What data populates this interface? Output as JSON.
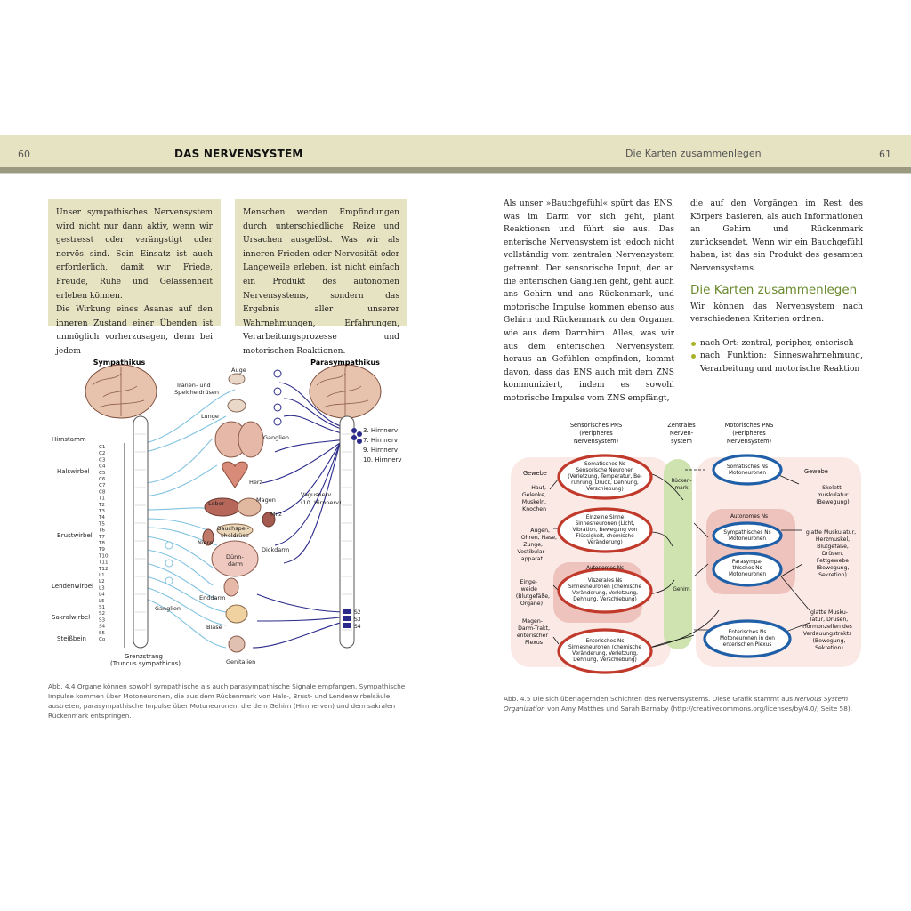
{
  "header": {
    "page_left": "60",
    "page_right": "61",
    "chapter_title": "DAS NERVENSYSTEM",
    "section_title": "Die Karten zusammenlegen"
  },
  "box1": {
    "p1": "Unser sympathisches Nervensystem wird nicht nur dann aktiv, wenn wir gestresst oder verängstigt oder nervös sind. Sein Einsatz ist auch erforderlich, damit wir Friede, Freude, Ruhe und Gelassenheit erleben können.",
    "p2": "Die Wirkung eines Asanas auf den inneren Zustand einer Übenden ist unmöglich vorherzusagen, denn bei jedem"
  },
  "box2": {
    "p1": "Menschen werden Empfindungen durch unterschiedliche Reize und Ursachen ausgelöst. Was wir als inneren Frieden oder Nervosität oder Langeweile erleben, ist nicht einfach ein Produkt des autonomen Nervensystems, sondern das Ergebnis aller unserer Wahrnehmungen, Erfahrungen, Verarbeitungsprozesse und motorischen Reaktionen."
  },
  "col1": {
    "text": "Als unser »Bauchgefühl« spürt das ENS, was im Darm vor sich geht, plant Reaktionen und führt sie aus. Das enterische Nervensystem ist jedoch nicht vollständig vom zentralen Nervensystem getrennt. Der sensorische Input, der an die enterischen Ganglien geht, geht auch ans Gehirn und ans Rückenmark, und motorische Impulse kommen ebenso aus Gehirn und Rückenmark zu den Organen wie aus dem Darmhirn. Alles, was wir aus dem enterischen Nervensystem heraus an Gefühlen empfinden, kommt davon, dass das ENS auch mit dem ZNS kommuniziert, indem es sowohl motorische Impulse vom ZNS empfängt,"
  },
  "col2": {
    "text": "die auf den Vorgängen im Rest des Körpers basieren, als auch Informationen an Gehirn und Rückenmark zurücksendet. Wenn wir ein Bauchgefühl haben, ist das ein Produkt des gesamten Nervensystems.",
    "heading": "Die Karten zusammenlegen",
    "intro": "Wir können das Nervensystem nach verschiedenen Kriterien ordnen:",
    "bullets": [
      "nach Ort: zentral, peripher, enterisch",
      "nach Funktion: Sinneswahrnehmung, Verarbeitung und motorische Reaktion"
    ]
  },
  "fig1": {
    "title_left": "Sympathikus",
    "title_right": "Parasympathikus",
    "organs": {
      "auge": "Auge",
      "traenen1": "Tränen- und",
      "traenen2": "Speicheldrüsen",
      "lunge": "Lunge",
      "ganglien_top": "Ganglien",
      "herz": "Herz",
      "leber": "Leber",
      "magen": "Magen",
      "milz": "Milz",
      "bauch1": "Bauchspei-",
      "bauch2": "cheldrüse",
      "niere": "Niere",
      "duenn1": "Dünn-",
      "duenn2": "darm",
      "dickdarm": "Dickdarm",
      "enddarm": "Enddarm",
      "blase": "Blase",
      "genitalien": "Genitalien",
      "ganglien_bottom": "Ganglien",
      "vagus1": "Vagusnerv",
      "vagus2": "(10. Hirnnerv)"
    },
    "regions": {
      "hirnstamm": "Hirnstamm",
      "halswirbel": "Halswirbel",
      "brustwirbel": "Brustwirbel",
      "lendenwirbel": "Lendenwirbel",
      "sakralwirbel": "Sakralwirbel",
      "steissbein": "Steißbein",
      "grenz1": "Grenzstrang",
      "grenz2": "(Truncus sympathicus)"
    },
    "vertebrae": [
      "C1",
      "C2",
      "C3",
      "C4",
      "C5",
      "C6",
      "C7",
      "C8",
      "T1",
      "T2",
      "T3",
      "T4",
      "T5",
      "T6",
      "T7",
      "T8",
      "T9",
      "T10",
      "T11",
      "T12",
      "L1",
      "L2",
      "L3",
      "L4",
      "L5",
      "S1",
      "S2",
      "S3",
      "S4",
      "S5",
      "Co"
    ],
    "cranial": [
      "3. Hirnnerv",
      "7. Hirnnerv",
      "9. Hirnnerv",
      "10. Hirnnerv"
    ],
    "sacral": [
      "S2",
      "S3",
      "S4"
    ]
  },
  "fig2": {
    "head_sensory": [
      "Sensorisches PNS",
      "(Peripheres",
      "Nervensystem)"
    ],
    "head_central": [
      "Zentrales",
      "Nerven-",
      "system"
    ],
    "head_motor": [
      "Motorisches PNS",
      "(Peripheres",
      "Nervensystem)"
    ],
    "gewebe_left": "Gewebe",
    "gewebe_right": "Gewebe",
    "left_labels": {
      "l1": [
        "Haut,",
        "Gelenke,",
        "Muskeln,",
        "Knochen"
      ],
      "l2": [
        "Augen,",
        "Ohren, Nase,",
        "Zunge,",
        "Vestibular-",
        "apparat"
      ],
      "l3": [
        "Einge-",
        "weide",
        "(Blutgefäße,",
        "Organe)"
      ],
      "l4": [
        "Magen-",
        "Darm-Trakt,",
        "enterischer",
        "Plexus"
      ]
    },
    "sensory_nodes": {
      "s1": [
        "Somatisches Ns",
        "Sensorische Neuronen",
        "(Verletzung, Temperatur, Be-",
        "rührung, Druck, Dehnung,",
        "Verschiebung)"
      ],
      "s2": [
        "Einzelne Sinne",
        "Sinnesneuronen (Licht,",
        "Vibration, Bewegung von",
        "Flüssigkeit, chemische",
        "Veränderung)"
      ],
      "s3": [
        "Viszerales Ns",
        "Sinnesneuronen (chemische",
        "Veränderung, Verletzung,",
        "Dehnung, Verschiebung)"
      ],
      "s4": [
        "Enterisches Ns",
        "Sinnesneuronen (chemische",
        "Veränderung, Verletzung,",
        "Dehnung, Verschiebung)"
      ]
    },
    "autonomes_left": "Autonomes Ns",
    "autonomes_right": "Autonomes Ns",
    "central": {
      "ruecken1": "Rücken-",
      "ruecken2": "mark",
      "gehirn": "Gehirn"
    },
    "motor_nodes": {
      "m1": [
        "Somatisches Ns",
        "Motoneuronen"
      ],
      "m2": [
        "Sympathisches Ns",
        "Motoneuronen"
      ],
      "m3": [
        "Parasympa-",
        "thisches Ns",
        "Motoneuronen"
      ],
      "m4": [
        "Enterisches Ns",
        "Motoneuronen in den",
        "enterischen Plexus"
      ]
    },
    "right_labels": {
      "r1": [
        "Skelett-",
        "muskulatur",
        "(Bewegung)"
      ],
      "r2": [
        "glatte Muskulatur,",
        "Herzmuskel,",
        "Blutgefäße,",
        "Drüsen,",
        "Fettgewebe",
        "(Bewegung,",
        "Sekretion)"
      ],
      "r3": [
        "glatte Musku-",
        "latur, Drüsen,",
        "Hormonzellen des",
        "Verdauungstrakts",
        "(Bewegung,",
        "Sekretion)"
      ]
    }
  },
  "captions": {
    "cap1": "Abb. 4.4 Organe können sowohl sympathische als auch parasympathische Signale empfangen. Sympathische Impulse kommen über Motoneuronen, die aus dem Rückenmark von Hals-, Brust- und Lendenwirbelsäule austreten, parasympathische Impulse über Motoneuronen, die dem Gehirn (Hirnnerven) und dem sakralen Rückenmark entspringen.",
    "cap2_a": "Abb. 4.5 Die sich überlagernden Schichten des Nervensystems. Diese Grafik stammt aus ",
    "cap2_i": "Nervous System Organization",
    "cap2_b": " von Amy Matthes und Sarah Barnaby (http://creativecommons.org/licenses/by/4.0/; Seite 58)."
  },
  "colors": {
    "header_band": "#e6e3c2",
    "heading_green": "#6b8a2e",
    "sensory_red": "#c0392b",
    "motor_blue": "#1f5fa8",
    "central_green": "#cfe3b0",
    "nerve_blue": "#7fc2e0",
    "para_blue": "#2a2a8a"
  }
}
